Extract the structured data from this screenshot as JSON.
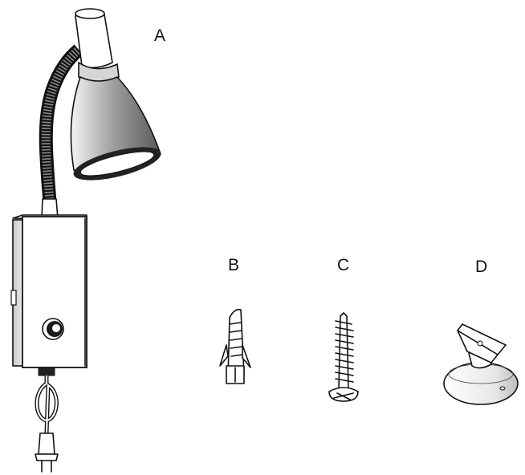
{
  "labels": {
    "a": "A",
    "b": "B",
    "c": "C",
    "d": "D"
  },
  "parts": [
    {
      "id": "A",
      "icon": "wall-lamp-icon"
    },
    {
      "id": "B",
      "icon": "wall-plug-anchor-icon"
    },
    {
      "id": "C",
      "icon": "wood-screw-icon"
    },
    {
      "id": "D",
      "icon": "suction-cup-mount-icon"
    }
  ],
  "colors": {
    "line": "#111111",
    "background": "#ffffff"
  }
}
